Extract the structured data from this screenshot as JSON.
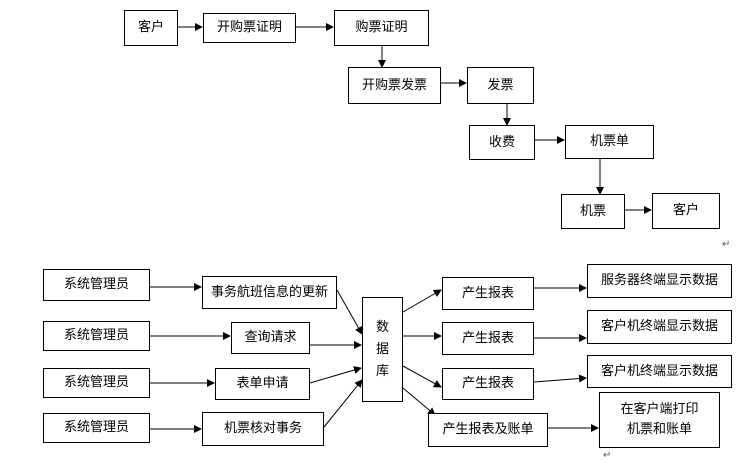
{
  "flow": {
    "customer_1": "客户",
    "issue_cert": "开购票证明",
    "purchase_cert": "购票证明",
    "issue_invoice": "开购票发票",
    "invoice": "发票",
    "charge": "收费",
    "ticket_slip": "机票单",
    "ticket": "机票",
    "customer_2": "客户"
  },
  "system": {
    "admin_1": "系统管理员",
    "admin_2": "系统管理员",
    "admin_3": "系统管理员",
    "admin_4": "系统管理员",
    "task_update": "事务航班信息的更新",
    "task_query": "查询请求",
    "task_form": "表单申请",
    "task_ticket": "机票核对事务",
    "database_lines": [
      "数",
      "据",
      "库"
    ],
    "report_1": "产生报表",
    "report_2": "产生报表",
    "report_3": "产生报表",
    "report_bill": "产生报表及账单",
    "display_server": "服务器终端显示数据",
    "display_client_1": "客户机终端显示数据",
    "display_client_2": "客户机终端显示数据",
    "print_lines": [
      "在客户端打印",
      "机票和账单"
    ]
  },
  "marks": {
    "return_glyph": "↵"
  }
}
